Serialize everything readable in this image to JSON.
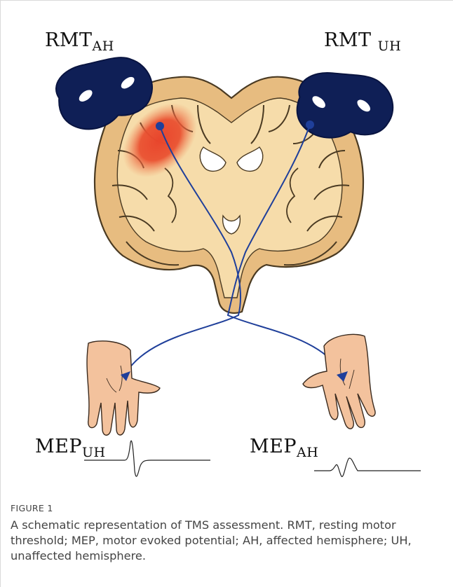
{
  "labels": {
    "rmt_ah_main": "RMT",
    "rmt_ah_sub": "AH",
    "rmt_uh_main": "RMT",
    "rmt_uh_sub": "UH",
    "mep_uh_main": "MEP",
    "mep_uh_sub": "UH",
    "mep_ah_main": "MEP",
    "mep_ah_sub": "AH"
  },
  "caption": {
    "label": "FIGURE 1",
    "text": "A schematic representation of TMS assessment. RMT, resting motor threshold; MEP, motor evoked potential; AH, affected hemisphere; UH, unaffected hemisphere."
  },
  "colors": {
    "coil": "#0f1f56",
    "white_matter": "#f6dcaa",
    "gray_matter": "#e7bc80",
    "outline": "#4a3a22",
    "stim_zone": "#e8452c",
    "pathway": "#1f3f9a",
    "skin": "#f3c29d",
    "ventricle": "#ffffff"
  },
  "icons": {
    "coil_left": "tms-coil-icon",
    "coil_right": "tms-coil-icon",
    "brain": "brain-coronal-section-icon",
    "hand_left": "hand-icon",
    "hand_right": "hand-icon"
  }
}
